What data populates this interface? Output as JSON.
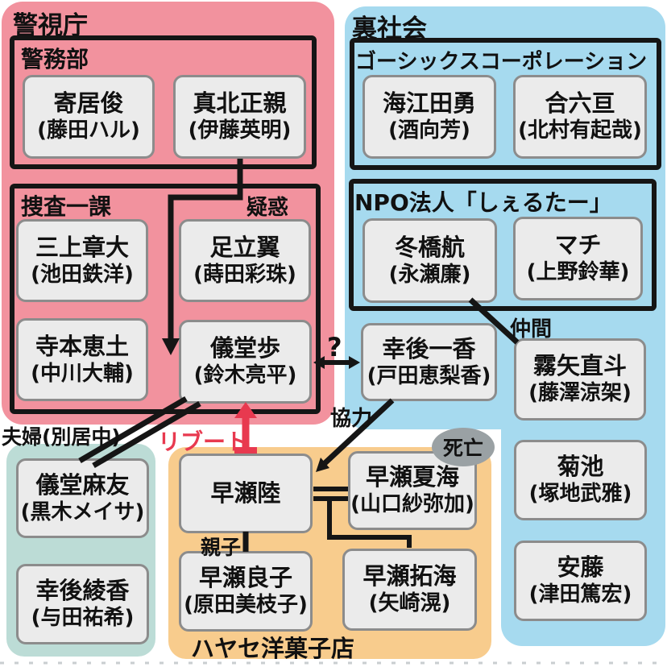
{
  "colors": {
    "pink": "#f2929e",
    "blue": "#a6daef",
    "teal": "#bcdcd6",
    "orange": "#f8cc8d",
    "boxfill": "#ebebeb",
    "boxborder": "#8c8c8c",
    "line": "#151515",
    "red": "#e8394f",
    "badge": "#9aa1a4"
  },
  "regions": {
    "police": {
      "title": "警視庁"
    },
    "keimubu": {
      "title": "警務部"
    },
    "sousaikka": {
      "title": "捜査一課"
    },
    "underworld": {
      "title": "裏社会"
    },
    "gosix": {
      "title": "ゴーシックスコーポレーション"
    },
    "npo": {
      "title": "NPO法人「しぇるたー」"
    },
    "bakery": {
      "title": "ハヤセ洋菓子店"
    }
  },
  "labels": {
    "suspicion": "疑惑",
    "comrade": "仲間",
    "couple_separated": "夫婦(別居中)",
    "reboot": "リブート",
    "cooperation": "協力",
    "deceased": "死亡",
    "parent_child": "親子",
    "question": "?"
  },
  "people": {
    "yorii": {
      "name": "寄居俊",
      "actor": "(藤田ハル)"
    },
    "makita": {
      "name": "真北正親",
      "actor": "(伊藤英明)"
    },
    "mikami": {
      "name": "三上章大",
      "actor": "(池田鉄洋)"
    },
    "adachi": {
      "name": "足立翼",
      "actor": "(蒔田彩珠)"
    },
    "teramoto": {
      "name": "寺本恵土",
      "actor": "(中川大輔)"
    },
    "gidou": {
      "name": "儀堂歩",
      "actor": "(鈴木亮平)"
    },
    "kaieda": {
      "name": "海江田勇",
      "actor": "(酒向芳)"
    },
    "gouroku": {
      "name": "合六亘",
      "actor": "(北村有起哉)"
    },
    "fuyuhashi": {
      "name": "冬橋航",
      "actor": "(永瀬廉)"
    },
    "machi": {
      "name": "マチ",
      "actor": "(上野鈴華)"
    },
    "kougo_ichika": {
      "name": "幸後一香",
      "actor": "(戸田恵梨香)"
    },
    "kiriya": {
      "name": "霧矢直斗",
      "actor": "(藤澤涼架)"
    },
    "kikuchi": {
      "name": "菊池",
      "actor": "(塚地武雅)"
    },
    "andou": {
      "name": "安藤",
      "actor": "(津田篤宏)"
    },
    "gidou_mayu": {
      "name": "儀堂麻友",
      "actor": "(黒木メイサ)"
    },
    "kougo_ayaka": {
      "name": "幸後綾香",
      "actor": "(与田祐希)"
    },
    "hayase_riku": {
      "name": "早瀬陸",
      "actor": ""
    },
    "hayase_natsumi": {
      "name": "早瀬夏海",
      "actor": "(山口紗弥加)"
    },
    "hayase_ryouko": {
      "name": "早瀬良子",
      "actor": "(原田美枝子)"
    },
    "hayase_takumi": {
      "name": "早瀬拓海",
      "actor": "(矢崎滉)"
    }
  }
}
